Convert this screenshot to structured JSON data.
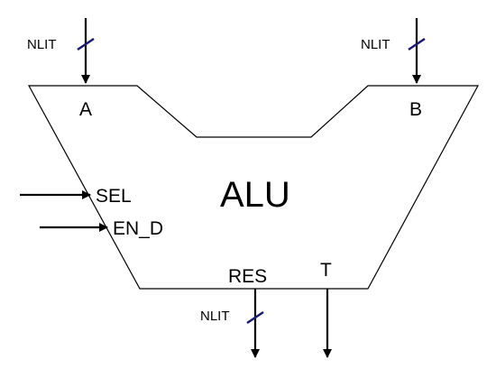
{
  "alu": {
    "title": "ALU",
    "inputs": {
      "a": {
        "label": "A",
        "width_label": "NLIT"
      },
      "b": {
        "label": "B",
        "width_label": "NLIT"
      },
      "sel": {
        "label": "SEL"
      },
      "en_d": {
        "label": "EN_D"
      }
    },
    "outputs": {
      "res": {
        "label": "RES",
        "width_label": "NLIT"
      },
      "t": {
        "label": "T"
      }
    }
  },
  "colors": {
    "outline": "#000000",
    "bus_marker": "#1a1a6e",
    "text": "#000000"
  }
}
